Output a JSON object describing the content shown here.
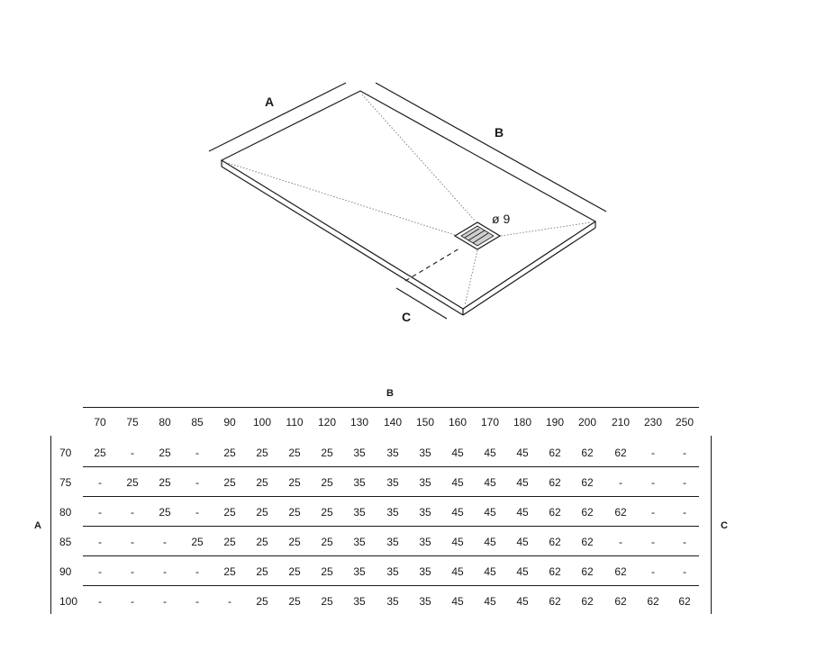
{
  "drawing": {
    "dim_a": "A",
    "dim_b": "B",
    "dim_c": "C",
    "drain_label": "ø 9"
  },
  "table": {
    "column_header_label": "B",
    "row_header_label": "A",
    "right_label": "C",
    "columns": [
      "70",
      "75",
      "80",
      "85",
      "90",
      "100",
      "110",
      "120",
      "130",
      "140",
      "150",
      "160",
      "170",
      "180",
      "190",
      "200",
      "210",
      "230",
      "250"
    ],
    "rows": [
      {
        "a": "70",
        "values": [
          "25",
          "-",
          "25",
          "-",
          "25",
          "25",
          "25",
          "25",
          "35",
          "35",
          "35",
          "45",
          "45",
          "45",
          "62",
          "62",
          "62",
          "-",
          "-"
        ]
      },
      {
        "a": "75",
        "values": [
          "-",
          "25",
          "25",
          "-",
          "25",
          "25",
          "25",
          "25",
          "35",
          "35",
          "35",
          "45",
          "45",
          "45",
          "62",
          "62",
          "-",
          "-",
          "-"
        ]
      },
      {
        "a": "80",
        "values": [
          "-",
          "-",
          "25",
          "-",
          "25",
          "25",
          "25",
          "25",
          "35",
          "35",
          "35",
          "45",
          "45",
          "45",
          "62",
          "62",
          "62",
          "-",
          "-"
        ]
      },
      {
        "a": "85",
        "values": [
          "-",
          "-",
          "-",
          "25",
          "25",
          "25",
          "25",
          "25",
          "35",
          "35",
          "35",
          "45",
          "45",
          "45",
          "62",
          "62",
          "-",
          "-",
          "-"
        ]
      },
      {
        "a": "90",
        "values": [
          "-",
          "-",
          "-",
          "-",
          "25",
          "25",
          "25",
          "25",
          "35",
          "35",
          "35",
          "45",
          "45",
          "45",
          "62",
          "62",
          "62",
          "-",
          "-"
        ]
      },
      {
        "a": "100",
        "values": [
          "-",
          "-",
          "-",
          "-",
          "-",
          "25",
          "25",
          "25",
          "35",
          "35",
          "35",
          "45",
          "45",
          "45",
          "62",
          "62",
          "62",
          "62",
          "62"
        ]
      }
    ]
  }
}
